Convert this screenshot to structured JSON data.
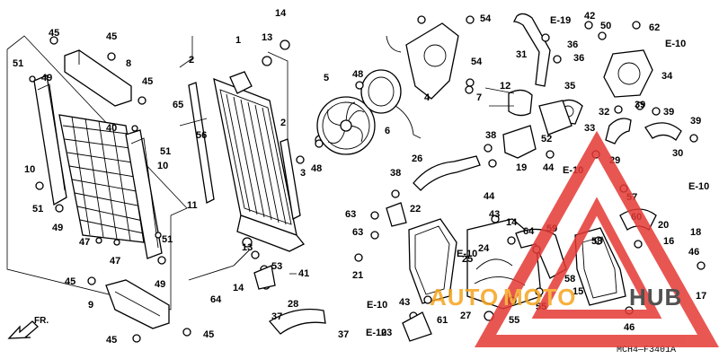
{
  "diagram": {
    "code": "MCH4—F3401A",
    "front_marker": "FR.",
    "watermark": {
      "text_a": "AUTO",
      "text_b": "MOTO",
      "text_c": "HUB",
      "color_a": "#f5a41d",
      "color_c": "#333333",
      "triangle_color": "#e53935"
    },
    "ref_labels": [
      {
        "text": "E-19"
      },
      {
        "text": "E-10"
      },
      {
        "text": "E-10"
      },
      {
        "text": "E-10"
      },
      {
        "text": "E-10"
      },
      {
        "text": "E-10"
      },
      {
        "text": "E-10"
      }
    ],
    "callouts": [
      {
        "n": "1"
      },
      {
        "n": "2"
      },
      {
        "n": "2"
      },
      {
        "n": "3"
      },
      {
        "n": "4"
      },
      {
        "n": "5"
      },
      {
        "n": "6"
      },
      {
        "n": "7"
      },
      {
        "n": "8"
      },
      {
        "n": "9"
      },
      {
        "n": "10"
      },
      {
        "n": "10"
      },
      {
        "n": "11"
      },
      {
        "n": "12"
      },
      {
        "n": "13"
      },
      {
        "n": "13"
      },
      {
        "n": "14"
      },
      {
        "n": "14"
      },
      {
        "n": "14"
      },
      {
        "n": "15"
      },
      {
        "n": "16"
      },
      {
        "n": "17"
      },
      {
        "n": "18"
      },
      {
        "n": "19"
      },
      {
        "n": "20"
      },
      {
        "n": "21"
      },
      {
        "n": "22"
      },
      {
        "n": "23"
      },
      {
        "n": "24"
      },
      {
        "n": "25"
      },
      {
        "n": "26"
      },
      {
        "n": "27"
      },
      {
        "n": "28"
      },
      {
        "n": "29"
      },
      {
        "n": "30"
      },
      {
        "n": "31"
      },
      {
        "n": "32"
      },
      {
        "n": "33"
      },
      {
        "n": "34"
      },
      {
        "n": "35"
      },
      {
        "n": "36"
      },
      {
        "n": "36"
      },
      {
        "n": "37"
      },
      {
        "n": "37"
      },
      {
        "n": "38"
      },
      {
        "n": "38"
      },
      {
        "n": "39"
      },
      {
        "n": "39"
      },
      {
        "n": "39"
      },
      {
        "n": "40"
      },
      {
        "n": "41"
      },
      {
        "n": "42"
      },
      {
        "n": "43"
      },
      {
        "n": "43"
      },
      {
        "n": "44"
      },
      {
        "n": "44"
      },
      {
        "n": "45"
      },
      {
        "n": "45"
      },
      {
        "n": "45"
      },
      {
        "n": "45"
      },
      {
        "n": "45"
      },
      {
        "n": "45"
      },
      {
        "n": "46"
      },
      {
        "n": "46"
      },
      {
        "n": "47"
      },
      {
        "n": "47"
      },
      {
        "n": "48"
      },
      {
        "n": "48"
      },
      {
        "n": "49"
      },
      {
        "n": "49"
      },
      {
        "n": "49"
      },
      {
        "n": "50"
      },
      {
        "n": "51"
      },
      {
        "n": "51"
      },
      {
        "n": "51"
      },
      {
        "n": "51"
      },
      {
        "n": "52"
      },
      {
        "n": "53"
      },
      {
        "n": "54"
      },
      {
        "n": "54"
      },
      {
        "n": "55"
      },
      {
        "n": "55"
      },
      {
        "n": "56"
      },
      {
        "n": "57"
      },
      {
        "n": "58"
      },
      {
        "n": "58"
      },
      {
        "n": "59"
      },
      {
        "n": "60"
      },
      {
        "n": "61"
      },
      {
        "n": "62"
      },
      {
        "n": "63"
      },
      {
        "n": "63"
      },
      {
        "n": "64"
      },
      {
        "n": "64"
      },
      {
        "n": "65"
      }
    ]
  }
}
